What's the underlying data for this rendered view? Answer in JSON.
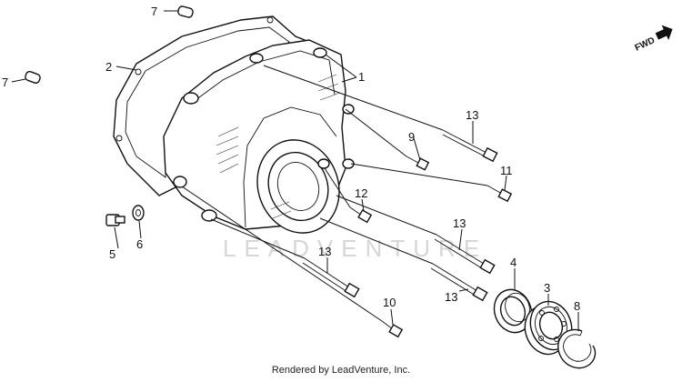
{
  "diagram": {
    "callouts": {
      "c1": "1",
      "c2": "2",
      "c3": "3",
      "c4": "4",
      "c5": "5",
      "c6": "6",
      "c7a": "7",
      "c7b": "7",
      "c8": "8",
      "c9": "9",
      "c10": "10",
      "c11": "11",
      "c12": "12",
      "c13a": "13",
      "c13b": "13",
      "c13c": "13",
      "c13d": "13"
    },
    "fwd_label": "FWD",
    "watermark": "LEADVENTURE"
  },
  "footer": {
    "text": "Rendered by LeadVenture, Inc."
  }
}
